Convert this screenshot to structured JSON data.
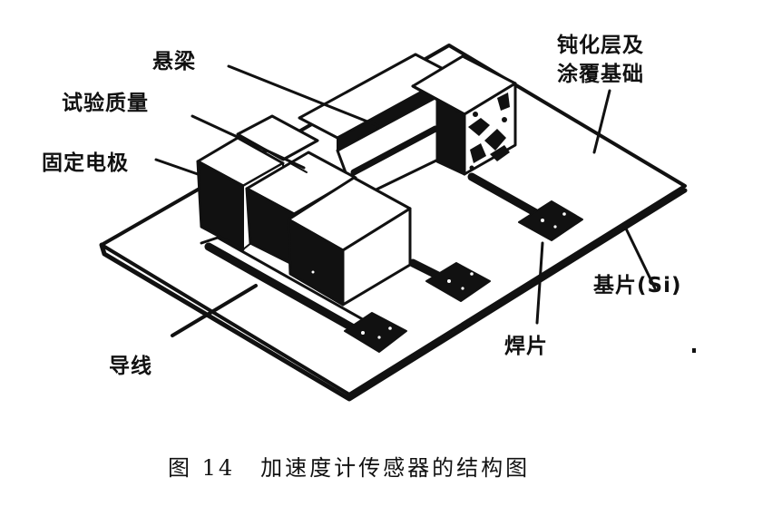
{
  "figure": {
    "title": "加速度计传感器的结构图",
    "figure_number": "图 14",
    "labels": {
      "cantilever": "悬梁",
      "proof_mass": "试验质量",
      "fixed_electrode": "固定电极",
      "passivation": [
        "钝化层及",
        "涂覆基础"
      ],
      "substrate": "基片(Si)",
      "bond_pad": "焊片",
      "lead_wire": "导线"
    },
    "colors": {
      "ink": "#111111",
      "background": "#ffffff"
    }
  }
}
